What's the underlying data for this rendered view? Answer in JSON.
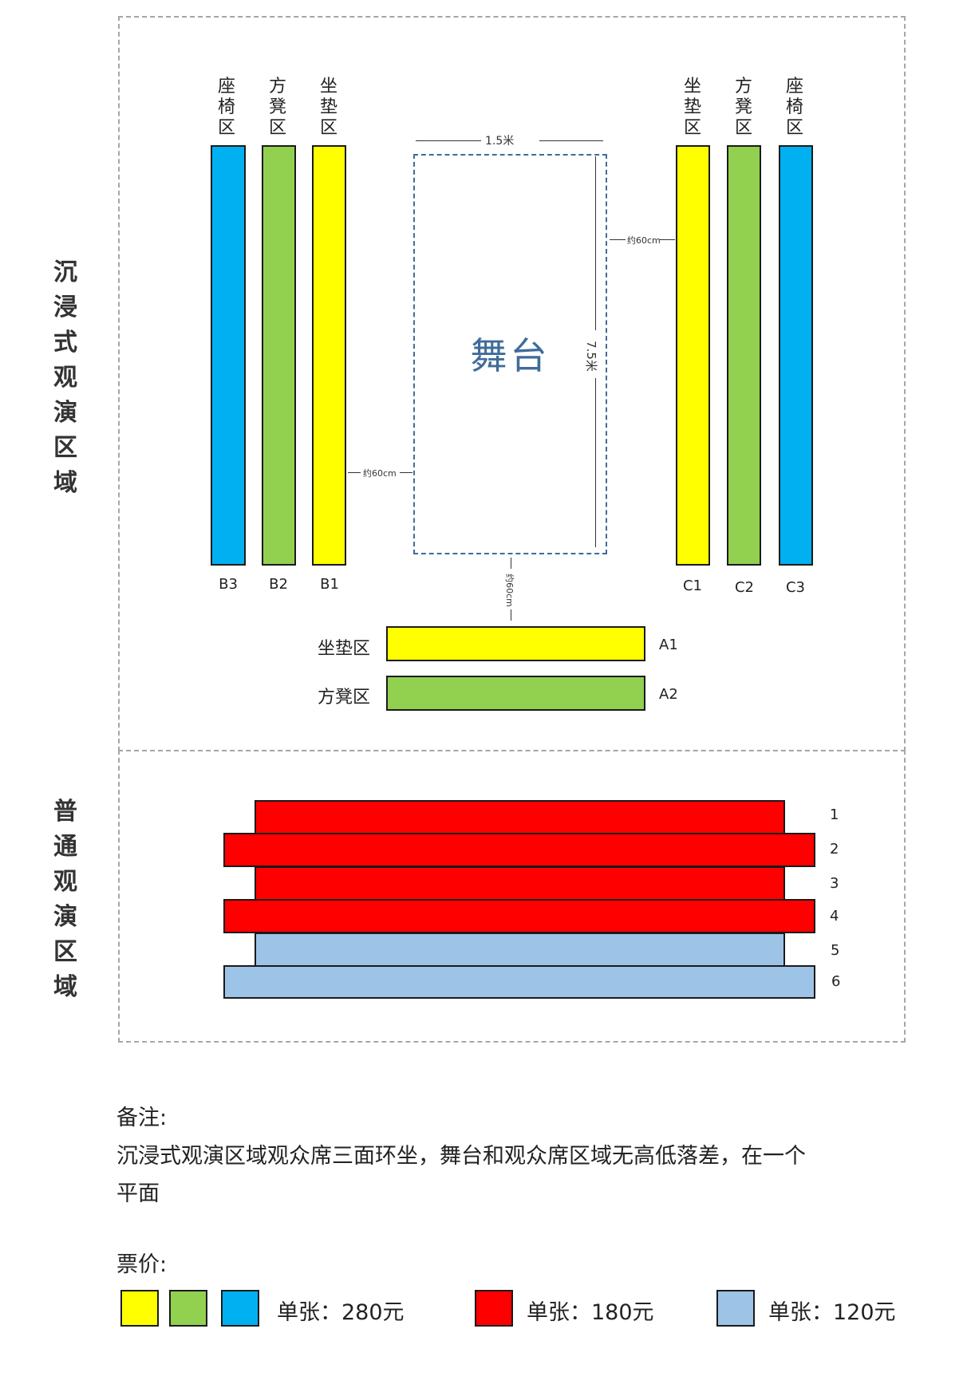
{
  "regions": {
    "immersive_title": "沉浸式观演区域",
    "regular_title": "普通观演区域"
  },
  "stage": {
    "label": "舞台",
    "width_label": "1.5米",
    "length_label": "7.5米",
    "gap_right": "约60cm",
    "gap_left": "约60cm",
    "gap_bottom": "约60cm"
  },
  "zones": {
    "seat_chair": "座椅区",
    "stool": "方凳区",
    "cushion": "坐垫区"
  },
  "sections": {
    "left": [
      {
        "code": "B3",
        "zone": "座椅区",
        "color": "#00b0f0"
      },
      {
        "code": "B2",
        "zone": "方凳区",
        "color": "#92d050"
      },
      {
        "code": "B1",
        "zone": "坐垫区",
        "color": "#ffff00"
      }
    ],
    "right": [
      {
        "code": "C1",
        "zone": "坐垫区",
        "color": "#ffff00"
      },
      {
        "code": "C2",
        "zone": "方凳区",
        "color": "#92d050"
      },
      {
        "code": "C3",
        "zone": "座椅区",
        "color": "#00b0f0"
      }
    ],
    "front": [
      {
        "code": "A1",
        "zone": "坐垫区",
        "color": "#ffff00"
      },
      {
        "code": "A2",
        "zone": "方凳区",
        "color": "#92d050"
      }
    ]
  },
  "regular_rows": [
    {
      "number": "1",
      "color": "#ff0000"
    },
    {
      "number": "2",
      "color": "#ff0000"
    },
    {
      "number": "3",
      "color": "#ff0000"
    },
    {
      "number": "4",
      "color": "#ff0000"
    },
    {
      "number": "5",
      "color": "#9dc3e6"
    },
    {
      "number": "6",
      "color": "#9dc3e6"
    }
  ],
  "notes": {
    "heading": "备注:",
    "line1": "沉浸式观演区域观众席三面环坐，舞台和观众席区域无高低落差，在一个",
    "line2": "平面"
  },
  "pricing": {
    "heading": "票价:",
    "tiers": [
      {
        "label": "单张：280元",
        "colors": [
          "#ffff00",
          "#92d050",
          "#00b0f0"
        ]
      },
      {
        "label": "单张：180元",
        "colors": [
          "#ff0000"
        ]
      },
      {
        "label": "单张：120元",
        "colors": [
          "#9dc3e6"
        ]
      }
    ]
  }
}
